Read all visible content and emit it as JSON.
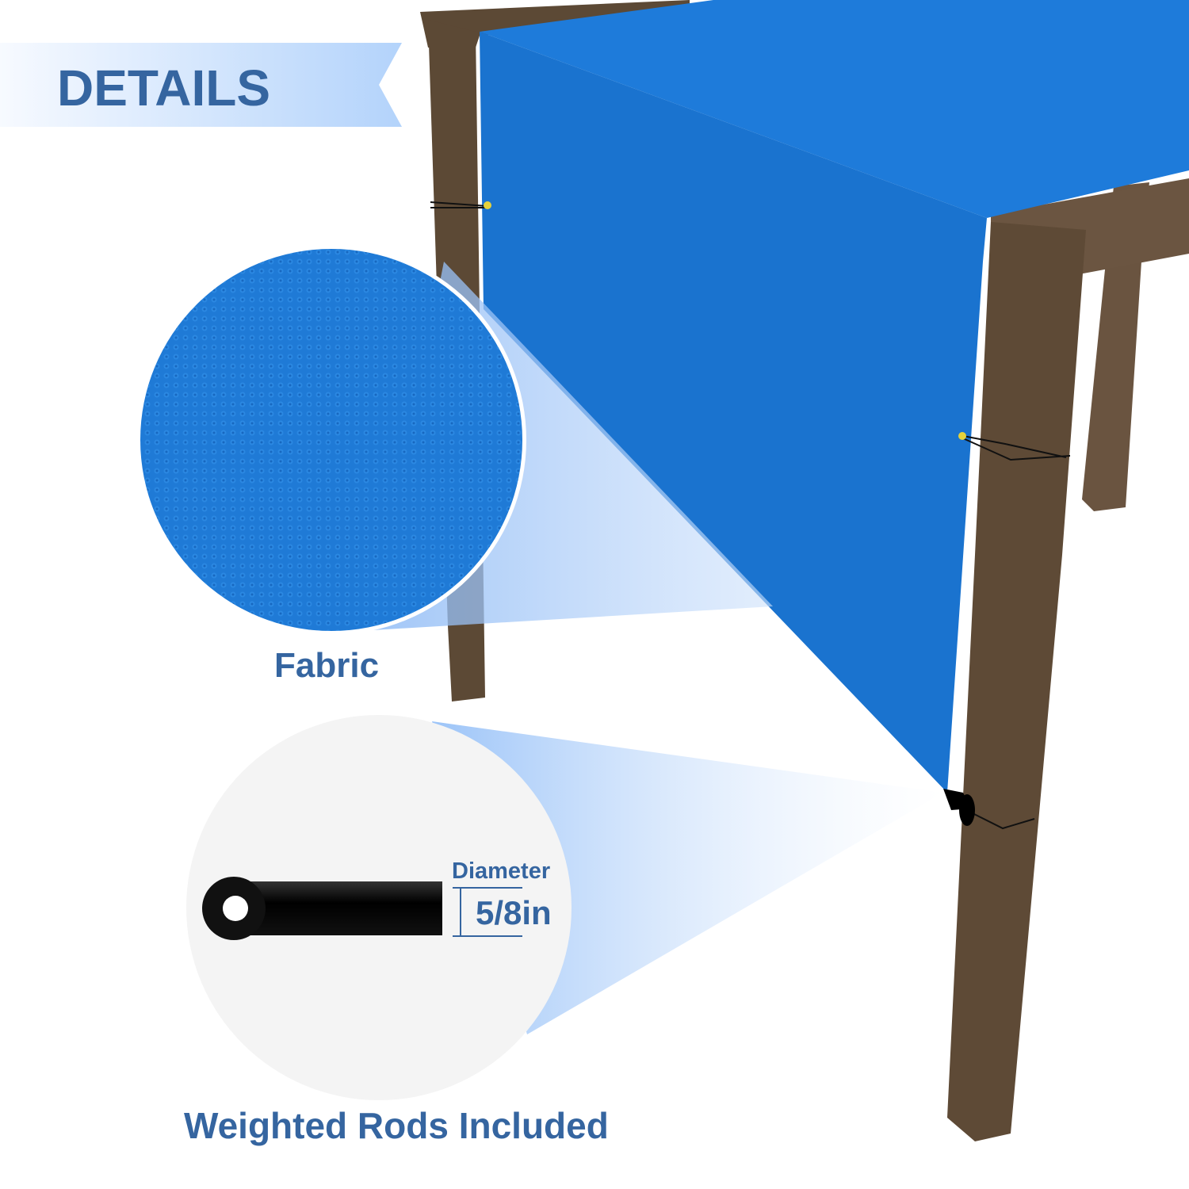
{
  "banner": {
    "title": "DETAILS"
  },
  "callouts": {
    "fabric": {
      "label": "Fabric"
    },
    "rod": {
      "label": "Weighted Rods Included",
      "dimension_label": "Diameter",
      "dimension_value": "5/8in"
    }
  },
  "colors": {
    "text": "#3565a0",
    "fabric": "#1f7ad6",
    "wood": "#5c4935",
    "banner_end": "#b3d3fb"
  }
}
